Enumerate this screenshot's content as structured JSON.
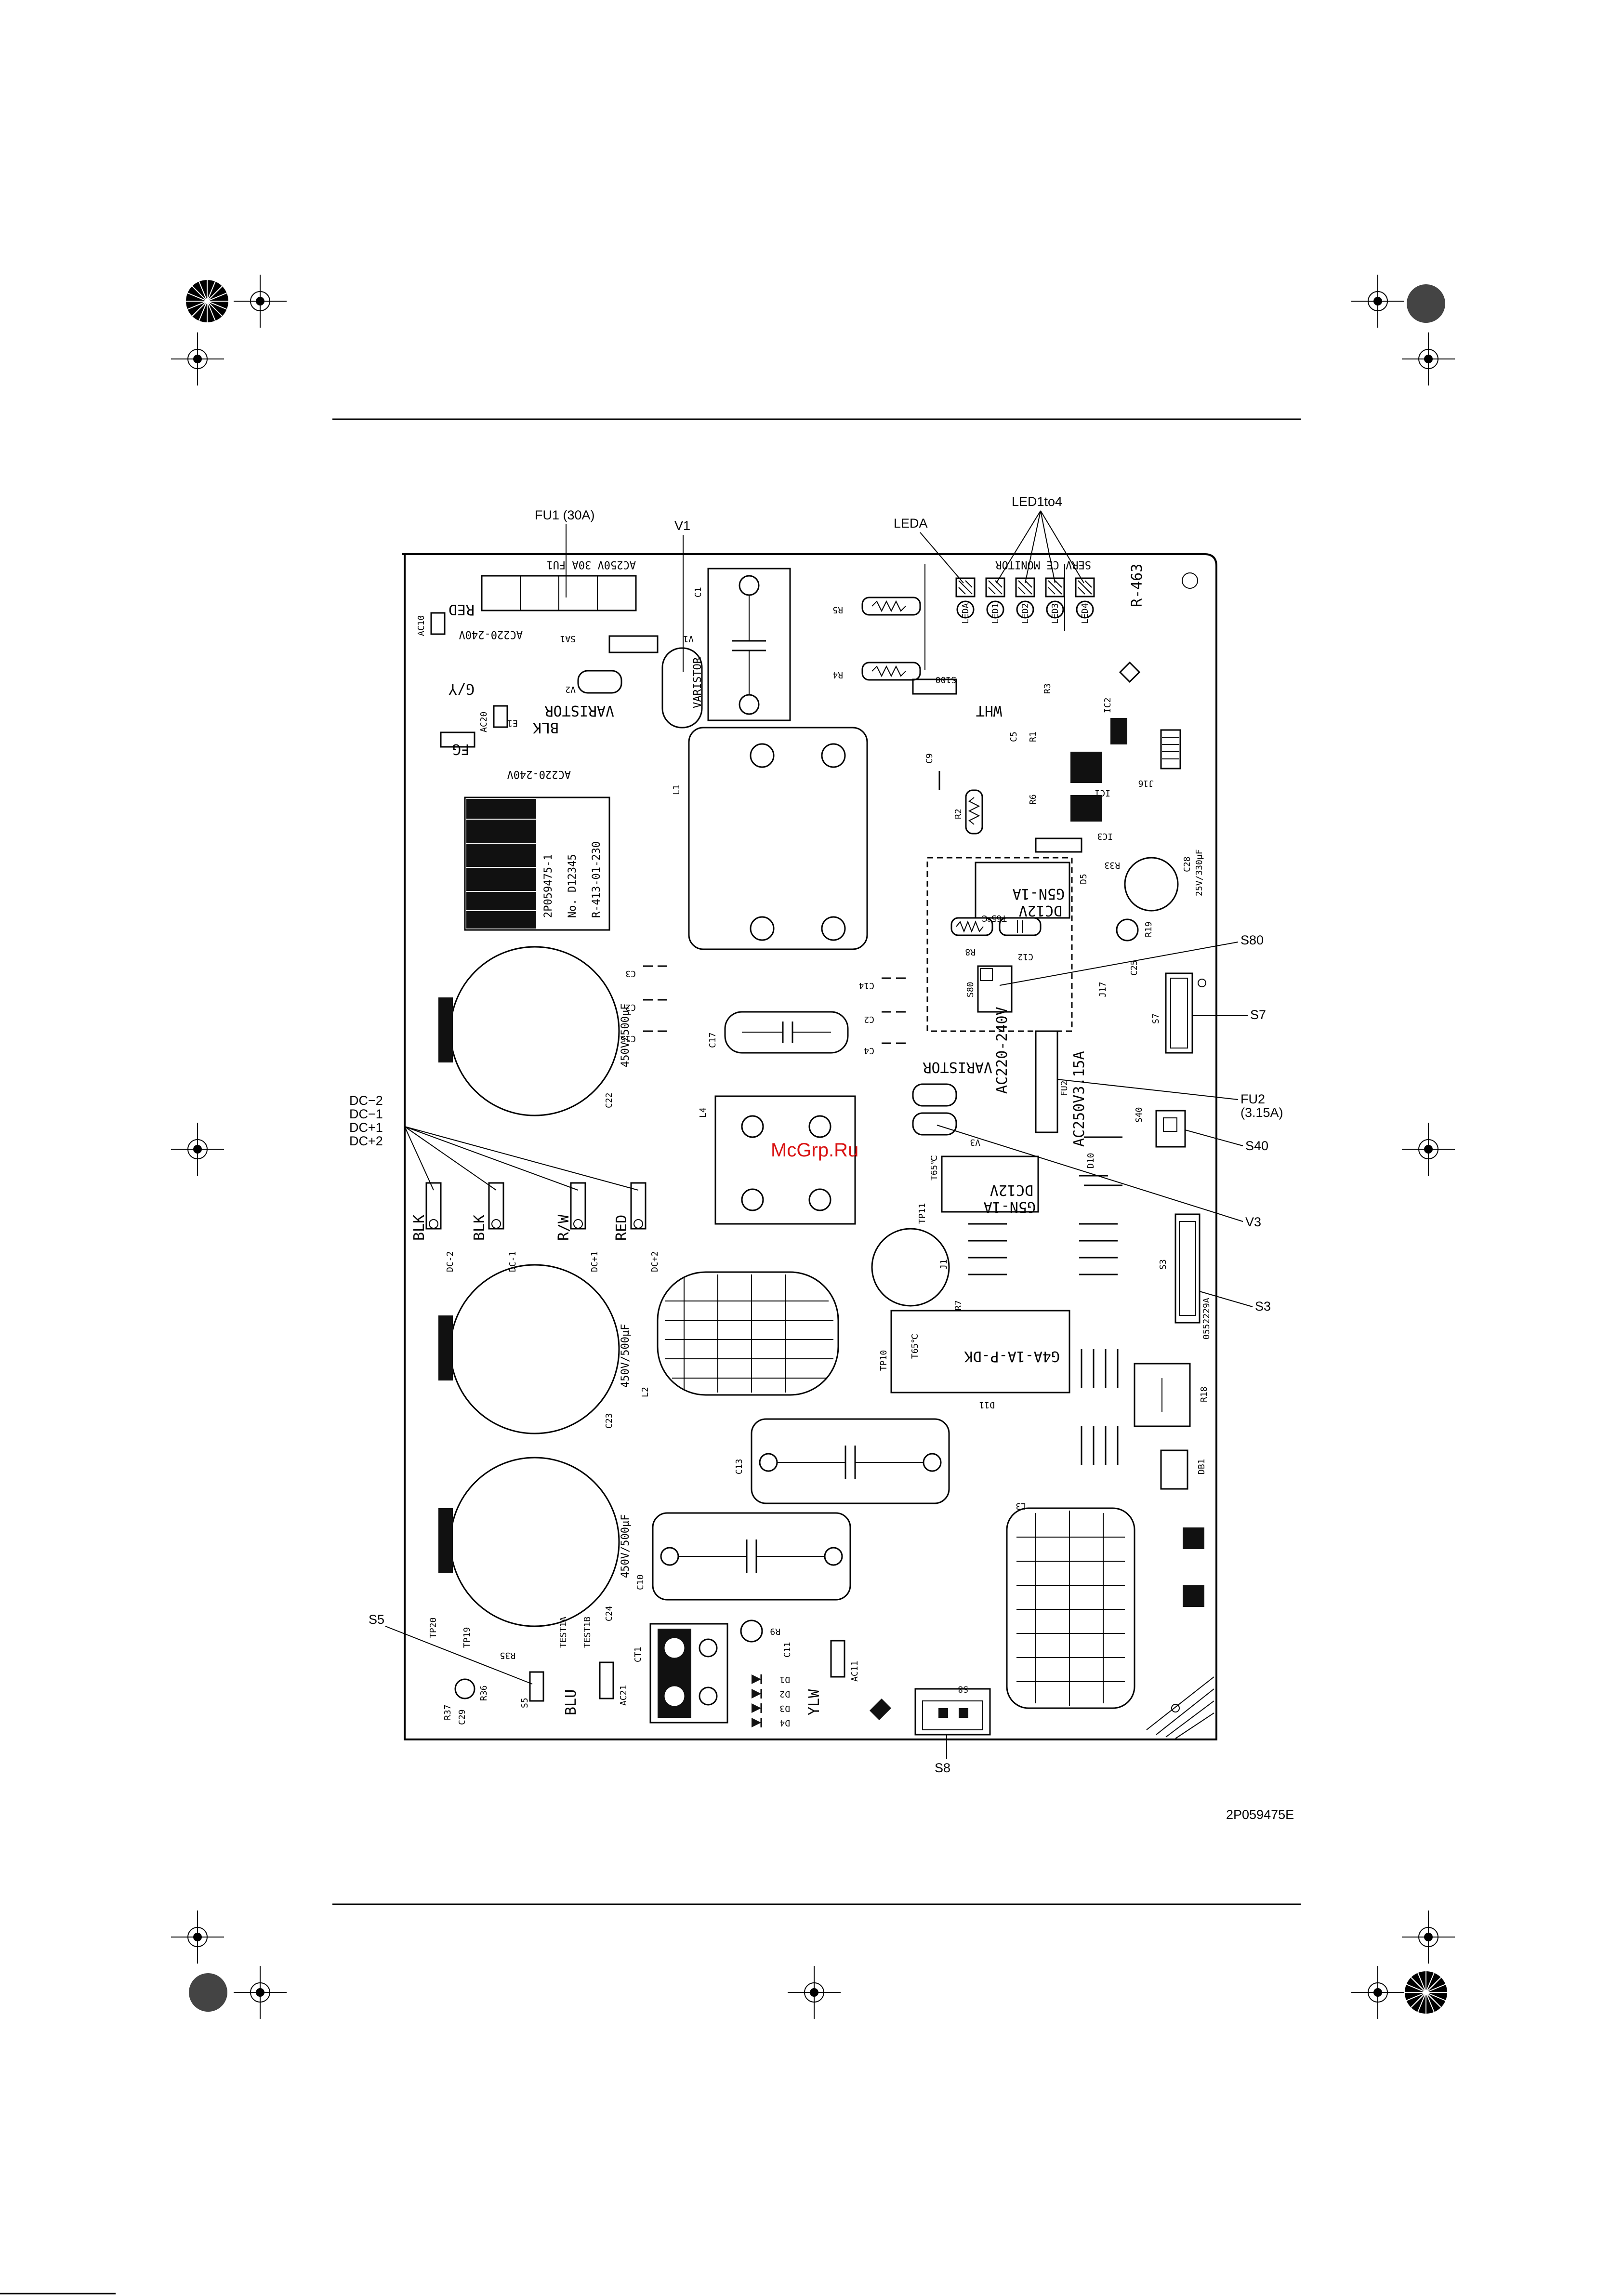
{
  "callouts": {
    "fu1": "FU1 (30A)",
    "v1": "V1",
    "leda": "LEDA",
    "led1to4": "LED1to4",
    "s80": "S80",
    "s7": "S7",
    "fu2_a": "FU2",
    "fu2_b": "(3.15A)",
    "s40": "S40",
    "v3": "V3",
    "s3": "S3",
    "s5": "S5",
    "s8": "S8",
    "dc_m2": "DC−2",
    "dc_m1": "DC−1",
    "dc_p1": "DC+1",
    "dc_p2": "DC+2"
  },
  "figure_code": "2P059475E",
  "watermark": "McGrp.Ru",
  "board": {
    "fuse_rating": "AC250V 30A FU1",
    "ac_input": "AC220-240V",
    "ac_input_2": "AC220-240V",
    "varistor": "VARISTOR",
    "varistor_2": "VARISTOR",
    "red": "RED",
    "gy": "G/Y",
    "fg": "FG",
    "blk": "BLK",
    "wht": "WHT",
    "sa1": "SA1",
    "v2": "V2",
    "v1_part": "V1",
    "e1": "E1",
    "ac10": "AC10",
    "ac20": "AC20",
    "c1": "C1",
    "r5": "R5",
    "r4": "R4",
    "l1": "L1",
    "l2": "L2",
    "l3": "L3",
    "l4": "L4",
    "monitor": "SERV CE MONITOR",
    "leda_part": "LEDA",
    "led1": "LED1",
    "led2": "LED2",
    "led3": "LED3",
    "led4": "LED4",
    "r463": "R-463",
    "label_pn": "2P059475-1",
    "label_no": "No. D12345",
    "label_r": "R-413-01-230",
    "cap_rating": "450V/500μF",
    "cap_rating_2": "450V/500μF",
    "cap_rating_3": "450V/500μF",
    "c22": "C22",
    "c23": "C23",
    "c24": "C24",
    "c13": "C13",
    "c10": "C10",
    "c17": "C17",
    "relay1_type": "G5N-1A",
    "relay1_v": "DC12V",
    "relay2_type": "G5N-1A",
    "relay2_v": "DC12V",
    "relay3_type": "G4A-1A-P-DK",
    "t65_1": "T65℃",
    "t65_2": "T65℃",
    "t65_3": "T65℃",
    "fu2_part": "FU2",
    "fu2_rating": "AC250V3.15A",
    "s80_part": "S80",
    "s7_part": "S7",
    "s40_part": "S40",
    "s3_part": "S3",
    "s8_part": "S8",
    "s5_part": "S5",
    "v3_part": "V3",
    "ac220_varistor": "AC220-240V",
    "blk_dc2": "BLK",
    "blk_dc1": "BLK",
    "rw": "R/W",
    "red_dc": "RED",
    "dc2a": "DC-2",
    "dc1a": "DC-1",
    "dc1b": "DC+1",
    "dc2b": "DC+2",
    "blu": "BLU",
    "ylw": "YLW",
    "ac21": "AC21",
    "ac11": "AC11",
    "test1a": "TEST1A",
    "test1b": "TEST1B",
    "ct1": "CT1",
    "tp10": "TP10",
    "tp11": "TP11",
    "tp19": "TP19",
    "tp20": "TP20",
    "db1": "DB1",
    "r18": "R18",
    "r7": "R7",
    "r9": "R9",
    "j1": "J1",
    "d11": "D11",
    "d10": "D10",
    "board_code": "0552229A",
    "cap_c28": "C28",
    "cap_c28_rating": "25V/330μF",
    "r19": "R19",
    "r33": "R33",
    "d5": "D5",
    "ic1": "IC1",
    "ic2": "IC2",
    "ic3": "IC3",
    "c25": "C25",
    "j16": "J16",
    "j17": "J17",
    "c5": "C5",
    "c9": "C9",
    "c12": "C12",
    "c14": "C14",
    "c15": "C15",
    "c2": "C2",
    "c3": "C3",
    "c4": "C4",
    "c11": "C11",
    "c29": "C29",
    "r1": "R1",
    "r2": "R2",
    "r3": "R3",
    "r6": "R6",
    "r8": "R8",
    "r35": "R35",
    "r36": "R36",
    "r37": "R37",
    "s100": "S100",
    "d1": "D1",
    "d2": "D2",
    "d3": "D3",
    "d4": "D4"
  }
}
